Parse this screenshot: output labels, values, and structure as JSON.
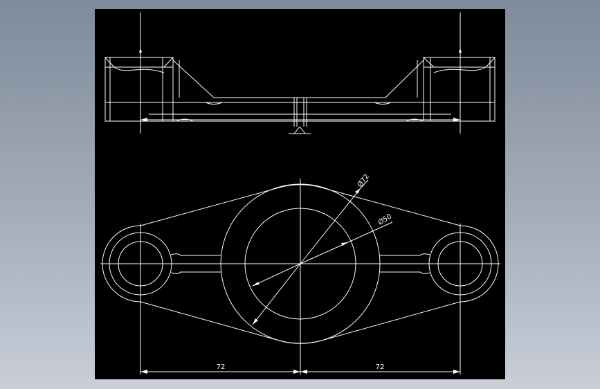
{
  "colors": {
    "viewport_background": "#000000",
    "line_color": "#ffffff",
    "desktop_gradient_top": "#7f8a9a",
    "desktop_gradient_bottom": "#c9ced8"
  },
  "dimensions": {
    "left_span": "72",
    "right_span": "72",
    "outer_diameter": "Ø72",
    "inner_diameter": "Ø50"
  }
}
